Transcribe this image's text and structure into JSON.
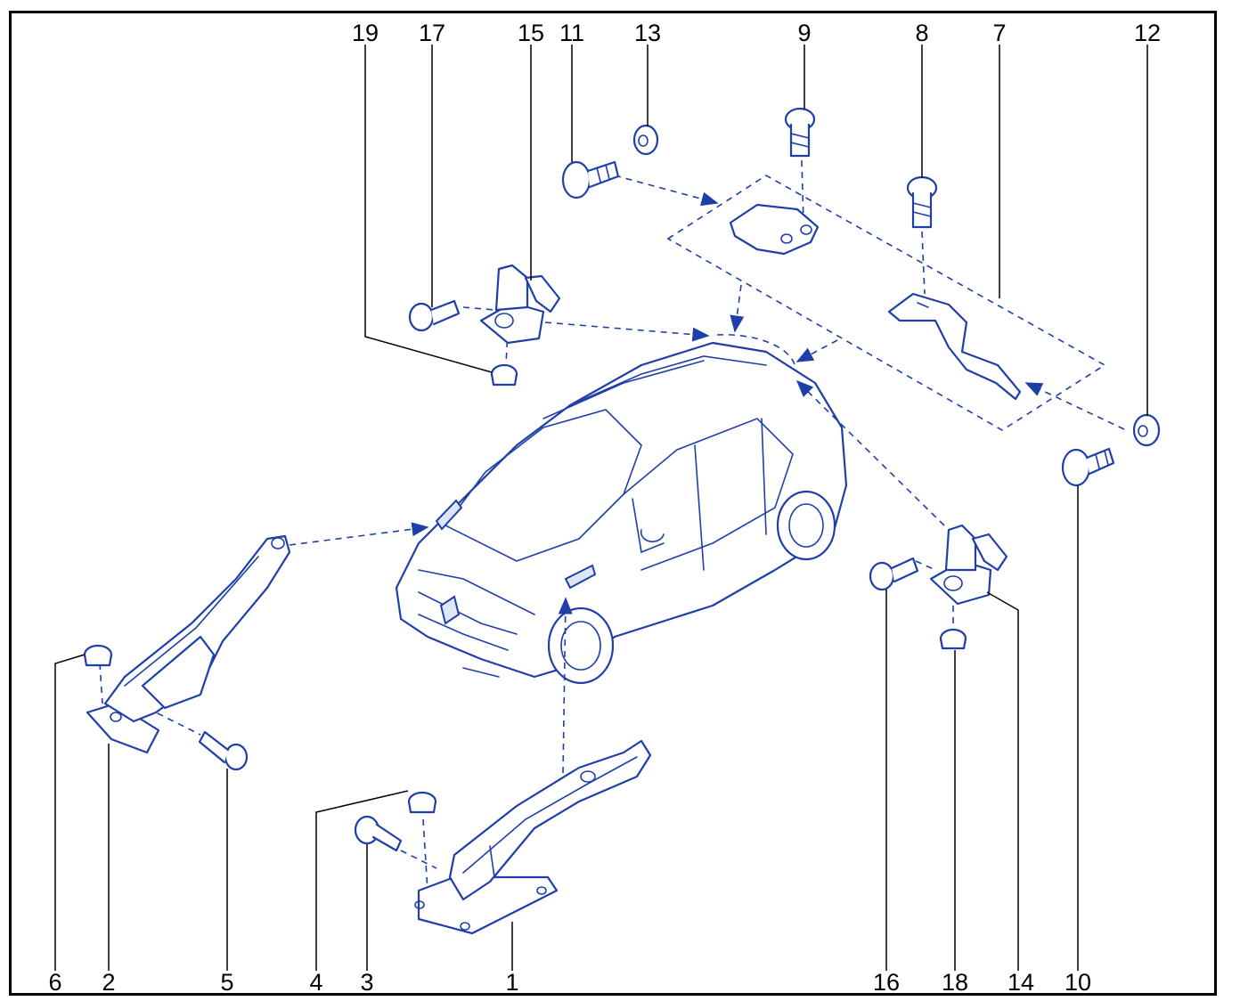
{
  "callouts": {
    "n19": "19",
    "n17": "17",
    "n15": "15",
    "n11": "11",
    "n13": "13",
    "n9": "9",
    "n8": "8",
    "n7": "7",
    "n12": "12",
    "n10": "10",
    "n6": "6",
    "n2": "2",
    "n5": "5",
    "n4": "4",
    "n3": "3",
    "n1": "1",
    "n16": "16",
    "n18": "18",
    "n14": "14"
  },
  "colors": {
    "line": "#1f3fa8",
    "frame": "#000000",
    "background": "#ffffff"
  }
}
